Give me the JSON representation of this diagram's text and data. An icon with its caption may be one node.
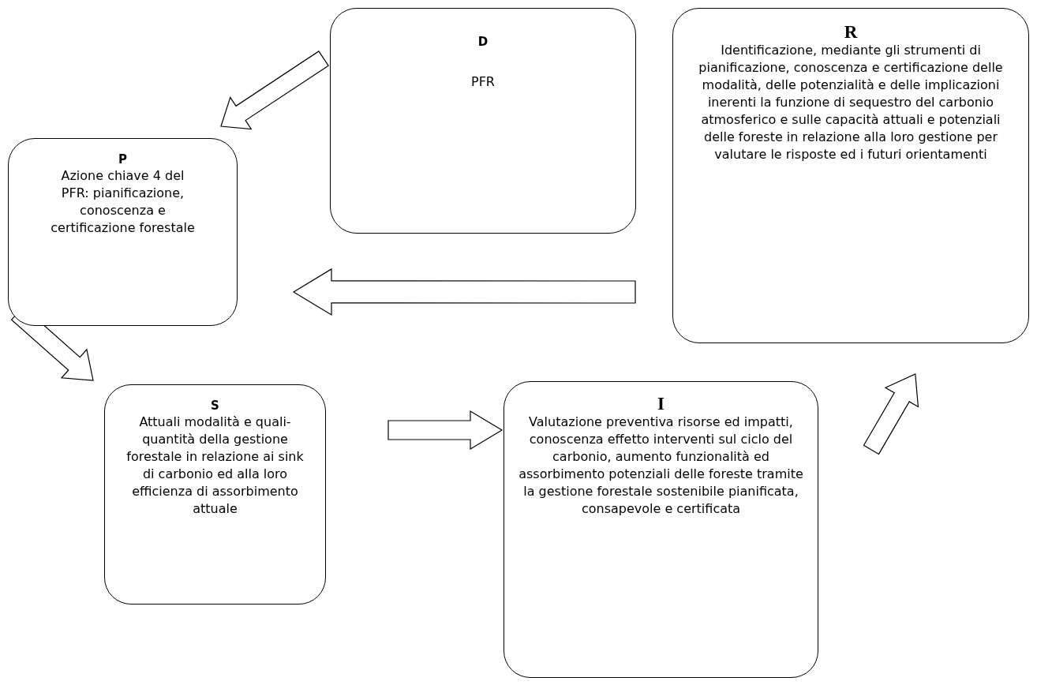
{
  "diagram": {
    "nodes": [
      {
        "text": [
          "D",
          "PFR"
        ]
      },
      {
        "text": [
          "R",
          "Identificazione, mediante gli strumenti di pianificazione, conoscenza e certificazione delle modalità, delle potenzialità e delle implicazioni inerenti la funzione di sequestro del carbonio atmosferico e sulle capacità attuali e potenziali delle foreste in relazione alla loro gestione per valutare le risposte ed i futuri orientamenti"
        ]
      },
      {
        "text": [
          "P",
          "Azione chiave 4 del PFR: pianificazione, conoscenza e certificazione forestale"
        ]
      },
      {
        "text": [
          "S",
          "Attuali modalità e quali-quantità della gestione forestale in relazione ai sink di carbonio ed alla loro efficienza di assorbimento attuale"
        ]
      },
      {
        "text": [
          "I",
          "Valutazione preventiva risorse ed impatti, conoscenza effetto interventi sul ciclo del carbonio, aumento funzionalità ed assorbimento potenziali delle foreste tramite la gestione forestale sostenibile pianificata, consapevole e certificata"
        ]
      }
    ],
    "edges": [
      {
        "from": 0,
        "to": 2,
        "arrow": "to"
      },
      {
        "from": 1,
        "to": 2,
        "arrow": "to"
      },
      {
        "from": 2,
        "to": 3,
        "arrow": "to"
      },
      {
        "from": 3,
        "to": 4,
        "arrow": "to"
      },
      {
        "from": 4,
        "to": 1,
        "arrow": "to"
      }
    ]
  }
}
